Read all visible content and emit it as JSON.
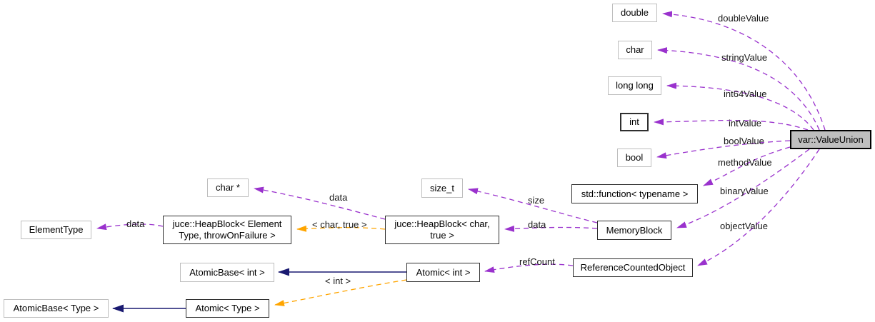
{
  "diagram": {
    "kind": "collaboration-graph",
    "main_class": "var::ValueUnion",
    "colors": {
      "usage_edge": "#9a32cd",
      "template_edge": "#ffa500",
      "inheritance_edge": "#191970",
      "main_node_fill": "#bfbfbf",
      "documented_border": "#2f2f2f",
      "undocumented_border": "#bebebe"
    },
    "nodes": [
      {
        "label": "double",
        "documented": false
      },
      {
        "label": "char",
        "documented": false
      },
      {
        "label": "long long",
        "documented": false
      },
      {
        "label": "int",
        "documented": true
      },
      {
        "label": "bool",
        "documented": false
      },
      {
        "label": "std::function< typename >",
        "documented": true
      },
      {
        "label": "MemoryBlock",
        "documented": true
      },
      {
        "label": "ReferenceCountedObject",
        "documented": true
      },
      {
        "label": "var::ValueUnion",
        "documented": true,
        "main": true
      },
      {
        "label": "ElementType",
        "documented": false
      },
      {
        "label": "juce::HeapBlock< Element\nType, throwOnFailure >",
        "documented": true
      },
      {
        "label": "juce::HeapBlock< char,\ntrue >",
        "documented": true
      },
      {
        "label": "char *",
        "documented": false
      },
      {
        "label": "size_t",
        "documented": false
      },
      {
        "label": "AtomicBase< int >",
        "documented": false
      },
      {
        "label": "Atomic< int >",
        "documented": true
      },
      {
        "label": "AtomicBase< Type >",
        "documented": false
      },
      {
        "label": "Atomic< Type >",
        "documented": true
      }
    ],
    "edges": [
      {
        "label": "doubleValue",
        "from": "var::ValueUnion",
        "to": "double",
        "kind": "usage"
      },
      {
        "label": "stringValue",
        "from": "var::ValueUnion",
        "to": "char",
        "kind": "usage"
      },
      {
        "label": "int64Value",
        "from": "var::ValueUnion",
        "to": "long long",
        "kind": "usage"
      },
      {
        "label": "intValue",
        "from": "var::ValueUnion",
        "to": "int",
        "kind": "usage"
      },
      {
        "label": "boolValue",
        "from": "var::ValueUnion",
        "to": "bool",
        "kind": "usage"
      },
      {
        "label": "methodValue",
        "from": "var::ValueUnion",
        "to": "std::function< typename >",
        "kind": "usage"
      },
      {
        "label": "binaryValue",
        "from": "var::ValueUnion",
        "to": "MemoryBlock",
        "kind": "usage"
      },
      {
        "label": "objectValue",
        "from": "var::ValueUnion",
        "to": "ReferenceCountedObject",
        "kind": "usage"
      },
      {
        "label": "size",
        "from": "MemoryBlock",
        "to": "size_t",
        "kind": "usage"
      },
      {
        "label": "data",
        "from": "MemoryBlock",
        "to": "juce::HeapBlock< char, true >",
        "kind": "usage"
      },
      {
        "label": "data",
        "from": "juce::HeapBlock< char, true >",
        "to": "char *",
        "kind": "usage"
      },
      {
        "label": "< char, true >",
        "from": "juce::HeapBlock< char, true >",
        "to": "juce::HeapBlock< Element Type, throwOnFailure >",
        "kind": "template-instance"
      },
      {
        "label": "data",
        "from": "juce::HeapBlock< Element Type, throwOnFailure >",
        "to": "ElementType",
        "kind": "usage"
      },
      {
        "label": "refCount",
        "from": "ReferenceCountedObject",
        "to": "Atomic< int >",
        "kind": "usage"
      },
      {
        "label": "< int >",
        "from": "Atomic< int >",
        "to": "Atomic< Type >",
        "kind": "template-instance"
      },
      {
        "label": "",
        "from": "Atomic< int >",
        "to": "AtomicBase< int >",
        "kind": "inheritance"
      },
      {
        "label": "",
        "from": "Atomic< Type >",
        "to": "AtomicBase< Type >",
        "kind": "inheritance"
      }
    ]
  }
}
